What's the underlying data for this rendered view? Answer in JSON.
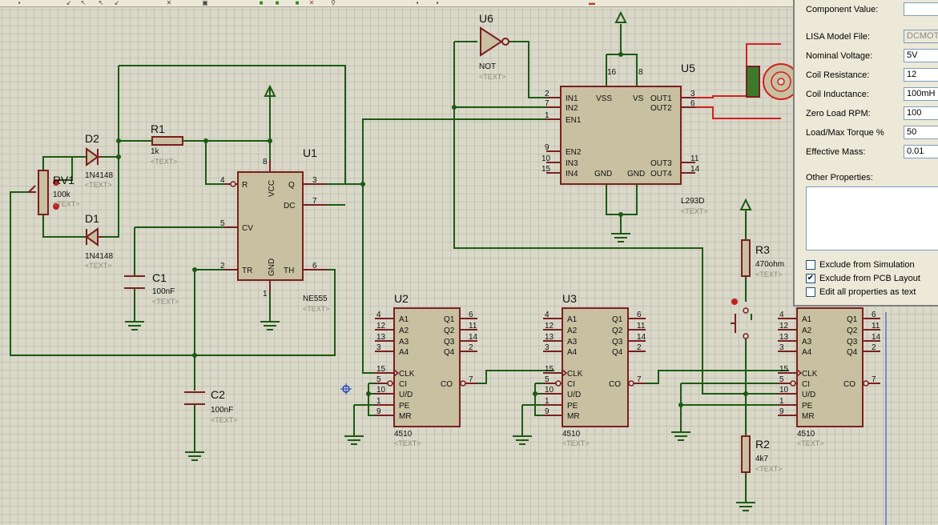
{
  "properties": {
    "component_value_label": "Component Value:",
    "component_value": "",
    "lisa_label": "LISA Model File:",
    "lisa_value": "DCMOTOR",
    "voltage_label": "Nominal Voltage:",
    "voltage_value": "5V",
    "resistance_label": "Coil Resistance:",
    "resistance_value": "12",
    "inductance_label": "Coil Inductance:",
    "inductance_value": "100mH",
    "rpm_label": "Zero Load RPM:",
    "rpm_value": "100",
    "torque_label": "Load/Max Torque %",
    "torque_value": "50",
    "mass_label": "Effective Mass:",
    "mass_value": "0.01",
    "other_label": "Other Properties:",
    "exclude_sim_label": "Exclude from Simulation",
    "exclude_sim_checked": false,
    "exclude_pcb_label": "Exclude from PCB Layout",
    "exclude_pcb_checked": true,
    "edit_all_label": "Edit all properties as text",
    "edit_all_checked": false
  },
  "schematic": {
    "placeholder_text": "<TEXT>",
    "u6": {
      "ref": "U6",
      "value": "NOT"
    },
    "u5": {
      "ref": "U5",
      "value": "L293D",
      "pins_left": [
        "IN1",
        "IN2",
        "EN1",
        "EN2",
        "IN3",
        "IN4"
      ],
      "pins_left_nums": [
        "2",
        "7",
        "1",
        "9",
        "10",
        "15"
      ],
      "pins_right": [
        "OUT1",
        "OUT2",
        "OUT3",
        "OUT4"
      ],
      "pins_right_nums": [
        "3",
        "6",
        "11",
        "14"
      ],
      "top": [
        "VSS",
        "VS"
      ],
      "top_nums": [
        "16",
        "8"
      ],
      "bottom": [
        "GND",
        "GND"
      ]
    },
    "u1": {
      "ref": "U1",
      "value": "NE555",
      "pins": {
        "R": "R",
        "VCC": "VCC",
        "Q": "Q",
        "DC": "DC",
        "CV": "CV",
        "TR": "TR",
        "GND": "GND",
        "TH": "TH"
      },
      "nums": {
        "R": "4",
        "VCC": "8",
        "Q": "3",
        "DC": "7",
        "CV": "5",
        "TR": "2",
        "GND": "1",
        "TH": "6"
      }
    },
    "r1": {
      "ref": "R1",
      "value": "1k"
    },
    "r2": {
      "ref": "R2",
      "value": "4k7"
    },
    "r3": {
      "ref": "R3",
      "value": "470ohm"
    },
    "rv1": {
      "ref": "RV1",
      "value": "100k"
    },
    "d1": {
      "ref": "D1",
      "value": "1N4148"
    },
    "d2": {
      "ref": "D2",
      "value": "1N4148"
    },
    "c1": {
      "ref": "C1",
      "value": "100nF"
    },
    "c2": {
      "ref": "C2",
      "value": "100nF"
    },
    "counter_pins_left": [
      "A1",
      "A2",
      "A3",
      "A4",
      "CLK",
      "CI",
      "U/D",
      "PE",
      "MR"
    ],
    "counter_pins_left_nums": [
      "4",
      "12",
      "13",
      "3",
      "15",
      "5",
      "10",
      "1",
      "9"
    ],
    "counter_pins_right": [
      "Q1",
      "Q2",
      "Q3",
      "Q4",
      "CO"
    ],
    "counter_pins_right_nums": [
      "6",
      "11",
      "14",
      "2",
      "7"
    ],
    "u2": {
      "ref": "U2",
      "value": "4510"
    },
    "u3": {
      "ref": "U3",
      "value": "4510"
    },
    "u4": {
      "ref": "",
      "value": "4510"
    }
  }
}
